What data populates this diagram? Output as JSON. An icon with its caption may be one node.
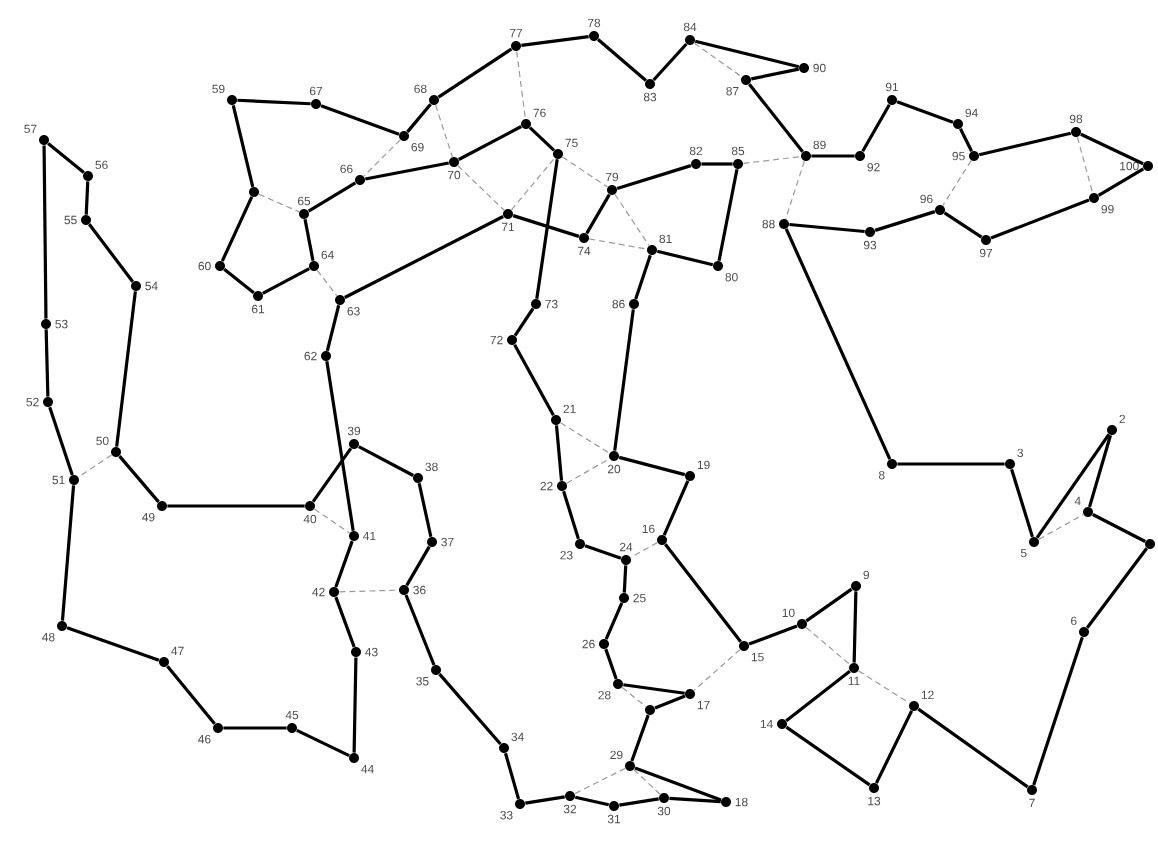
{
  "diagram": {
    "nodes": [
      {
        "text": [
          "57"
        ]
      },
      {
        "text": [
          "56"
        ]
      },
      {
        "text": [
          "55"
        ]
      },
      {
        "text": [
          "54"
        ]
      },
      {
        "text": [
          "53"
        ]
      },
      {
        "text": [
          "52"
        ]
      },
      {
        "text": [
          "50"
        ]
      },
      {
        "text": [
          "51"
        ]
      },
      {
        "text": [
          "49"
        ]
      },
      {
        "text": [
          "48"
        ]
      },
      {
        "text": [
          "47"
        ]
      },
      {
        "text": [
          "46"
        ]
      },
      {
        "text": [
          "45"
        ]
      },
      {
        "text": [
          "44"
        ]
      },
      {
        "text": [
          "43"
        ]
      },
      {
        "text": [
          "42"
        ]
      },
      {
        "text": [
          "41"
        ]
      },
      {
        "text": [
          "40"
        ]
      },
      {
        "text": [
          "39"
        ]
      },
      {
        "text": [
          "38"
        ]
      },
      {
        "text": [
          "37"
        ]
      },
      {
        "text": [
          "36"
        ]
      },
      {
        "text": [
          "35"
        ]
      },
      {
        "text": [
          "34"
        ]
      },
      {
        "text": [
          "33"
        ]
      },
      {
        "text": [
          "32"
        ]
      },
      {
        "text": [
          "31"
        ]
      },
      {
        "text": [
          "30"
        ]
      },
      {
        "text": [
          "18"
        ]
      },
      {
        "text": [
          "29"
        ]
      },
      {
        "text": [],
        "shape": "circle"
      },
      {
        "text": [
          "17"
        ]
      },
      {
        "text": [
          "28"
        ]
      },
      {
        "text": [
          "26"
        ]
      },
      {
        "text": [
          "25"
        ]
      },
      {
        "text": [
          "24"
        ]
      },
      {
        "text": [
          "23"
        ]
      },
      {
        "text": [
          "22"
        ]
      },
      {
        "text": [
          "21"
        ]
      },
      {
        "text": [
          "20"
        ]
      },
      {
        "text": [
          "19"
        ]
      },
      {
        "text": [
          "16"
        ]
      },
      {
        "text": [
          "15"
        ]
      },
      {
        "text": [
          "10"
        ]
      },
      {
        "text": [
          "9"
        ]
      },
      {
        "text": [
          "11"
        ]
      },
      {
        "text": [
          "12"
        ]
      },
      {
        "text": [
          "13"
        ]
      },
      {
        "text": [
          "14"
        ]
      },
      {
        "text": [
          "7"
        ]
      },
      {
        "text": [
          "6"
        ]
      },
      {
        "text": [],
        "shape": "circle"
      },
      {
        "text": [
          "4"
        ]
      },
      {
        "text": [
          "2"
        ]
      },
      {
        "text": [
          "3"
        ]
      },
      {
        "text": [
          "5"
        ]
      },
      {
        "text": [
          "8"
        ]
      },
      {
        "text": [
          "88"
        ]
      },
      {
        "text": [
          "89"
        ]
      },
      {
        "text": [
          "90"
        ]
      },
      {
        "text": [
          "87"
        ]
      },
      {
        "text": [
          "84"
        ]
      },
      {
        "text": [
          "83"
        ]
      },
      {
        "text": [
          "78"
        ]
      },
      {
        "text": [
          "77"
        ]
      },
      {
        "text": [
          "68"
        ]
      },
      {
        "text": [
          "69"
        ]
      },
      {
        "text": [
          "67"
        ]
      },
      {
        "text": [
          "59"
        ]
      },
      {
        "text": [],
        "shape": "circle"
      },
      {
        "text": [
          "60"
        ]
      },
      {
        "text": [
          "61"
        ]
      },
      {
        "text": [
          "64"
        ]
      },
      {
        "text": [
          "65"
        ]
      },
      {
        "text": [
          "66"
        ]
      },
      {
        "text": [
          "70"
        ]
      },
      {
        "text": [
          "76"
        ]
      },
      {
        "text": [
          "75"
        ]
      },
      {
        "text": [
          "71"
        ]
      },
      {
        "text": [
          "74"
        ]
      },
      {
        "text": [
          "79"
        ]
      },
      {
        "text": [
          "81"
        ]
      },
      {
        "text": [
          "82"
        ]
      },
      {
        "text": [
          "85"
        ]
      },
      {
        "text": [
          "80"
        ]
      },
      {
        "text": [
          "86"
        ]
      },
      {
        "text": [
          "73"
        ]
      },
      {
        "text": [
          "72"
        ]
      },
      {
        "text": [
          "63"
        ]
      },
      {
        "text": [
          "62"
        ]
      },
      {
        "text": [
          "91"
        ]
      },
      {
        "text": [
          "92"
        ]
      },
      {
        "text": [
          "93"
        ]
      },
      {
        "text": [
          "94"
        ]
      },
      {
        "text": [
          "95"
        ]
      },
      {
        "text": [
          "96"
        ]
      },
      {
        "text": [
          "97"
        ]
      },
      {
        "text": [
          "98"
        ]
      },
      {
        "text": [
          "99"
        ]
      },
      {
        "text": [
          "100"
        ]
      }
    ],
    "edges": [
      {
        "from": 0,
        "to": 1,
        "arrow": "none"
      },
      {
        "from": 1,
        "to": 2,
        "arrow": "none"
      },
      {
        "from": 2,
        "to": 3,
        "arrow": "none"
      },
      {
        "from": 3,
        "to": 6,
        "arrow": "none"
      },
      {
        "from": 6,
        "to": 8,
        "arrow": "none"
      },
      {
        "from": 8,
        "to": 17,
        "arrow": "none"
      },
      {
        "from": 17,
        "to": 18,
        "arrow": "none"
      },
      {
        "from": 18,
        "to": 19,
        "arrow": "none"
      },
      {
        "from": 19,
        "to": 20,
        "arrow": "none"
      },
      {
        "from": 20,
        "to": 21,
        "arrow": "none"
      },
      {
        "from": 21,
        "to": 22,
        "arrow": "none"
      },
      {
        "from": 22,
        "to": 23,
        "arrow": "none"
      },
      {
        "from": 23,
        "to": 24,
        "arrow": "none"
      },
      {
        "from": 24,
        "to": 25,
        "arrow": "none"
      },
      {
        "from": 25,
        "to": 26,
        "arrow": "none"
      },
      {
        "from": 26,
        "to": 27,
        "arrow": "none"
      },
      {
        "from": 27,
        "to": 28,
        "arrow": "none"
      },
      {
        "from": 28,
        "to": 29,
        "arrow": "none"
      },
      {
        "from": 29,
        "to": 30,
        "arrow": "none"
      },
      {
        "from": 30,
        "to": 31,
        "arrow": "none"
      },
      {
        "from": 31,
        "to": 32,
        "arrow": "none"
      },
      {
        "from": 32,
        "to": 33,
        "arrow": "none"
      },
      {
        "from": 33,
        "to": 34,
        "arrow": "none"
      },
      {
        "from": 34,
        "to": 35,
        "arrow": "none"
      },
      {
        "from": 35,
        "to": 36,
        "arrow": "none"
      },
      {
        "from": 36,
        "to": 37,
        "arrow": "none"
      },
      {
        "from": 37,
        "to": 38,
        "arrow": "none"
      },
      {
        "from": 38,
        "to": 87,
        "arrow": "none"
      },
      {
        "from": 87,
        "to": 86,
        "arrow": "none"
      },
      {
        "from": 86,
        "to": 77,
        "arrow": "none"
      },
      {
        "from": 77,
        "to": 76,
        "arrow": "none"
      },
      {
        "from": 76,
        "to": 75,
        "arrow": "none"
      },
      {
        "from": 75,
        "to": 74,
        "arrow": "none"
      },
      {
        "from": 74,
        "to": 73,
        "arrow": "none"
      },
      {
        "from": 73,
        "to": 72,
        "arrow": "none"
      },
      {
        "from": 72,
        "to": 71,
        "arrow": "none"
      },
      {
        "from": 71,
        "to": 70,
        "arrow": "none"
      },
      {
        "from": 70,
        "to": 69,
        "arrow": "none"
      },
      {
        "from": 69,
        "to": 68,
        "arrow": "none"
      },
      {
        "from": 68,
        "to": 67,
        "arrow": "none"
      },
      {
        "from": 67,
        "to": 66,
        "arrow": "none"
      },
      {
        "from": 66,
        "to": 65,
        "arrow": "none"
      },
      {
        "from": 65,
        "to": 64,
        "arrow": "none"
      },
      {
        "from": 64,
        "to": 63,
        "arrow": "none"
      },
      {
        "from": 63,
        "to": 62,
        "arrow": "none"
      },
      {
        "from": 62,
        "to": 61,
        "arrow": "none"
      },
      {
        "from": 61,
        "to": 59,
        "arrow": "none"
      },
      {
        "from": 59,
        "to": 60,
        "arrow": "none"
      },
      {
        "from": 60,
        "to": 58,
        "arrow": "none"
      },
      {
        "from": 58,
        "to": 91,
        "arrow": "none"
      },
      {
        "from": 91,
        "to": 90,
        "arrow": "none"
      },
      {
        "from": 90,
        "to": 93,
        "arrow": "none"
      },
      {
        "from": 93,
        "to": 94,
        "arrow": "none"
      },
      {
        "from": 94,
        "to": 97,
        "arrow": "none"
      },
      {
        "from": 97,
        "to": 99,
        "arrow": "none"
      },
      {
        "from": 99,
        "to": 98,
        "arrow": "none"
      },
      {
        "from": 98,
        "to": 96,
        "arrow": "none"
      },
      {
        "from": 96,
        "to": 95,
        "arrow": "none"
      },
      {
        "from": 95,
        "to": 92,
        "arrow": "none"
      },
      {
        "from": 92,
        "to": 57,
        "arrow": "none"
      },
      {
        "from": 57,
        "to": 56,
        "arrow": "none"
      },
      {
        "from": 56,
        "to": 54,
        "arrow": "none"
      },
      {
        "from": 54,
        "to": 55,
        "arrow": "none"
      },
      {
        "from": 55,
        "to": 53,
        "arrow": "none"
      },
      {
        "from": 53,
        "to": 52,
        "arrow": "none"
      },
      {
        "from": 52,
        "to": 51,
        "arrow": "none"
      },
      {
        "from": 51,
        "to": 50,
        "arrow": "none"
      },
      {
        "from": 50,
        "to": 49,
        "arrow": "none"
      },
      {
        "from": 49,
        "to": 46,
        "arrow": "none"
      },
      {
        "from": 46,
        "to": 47,
        "arrow": "none"
      },
      {
        "from": 47,
        "to": 48,
        "arrow": "none"
      },
      {
        "from": 48,
        "to": 45,
        "arrow": "none"
      },
      {
        "from": 45,
        "to": 44,
        "arrow": "none"
      },
      {
        "from": 44,
        "to": 43,
        "arrow": "none"
      },
      {
        "from": 43,
        "to": 42,
        "arrow": "none"
      },
      {
        "from": 42,
        "to": 41,
        "arrow": "none"
      },
      {
        "from": 41,
        "to": 40,
        "arrow": "none"
      },
      {
        "from": 40,
        "to": 39,
        "arrow": "none"
      },
      {
        "from": 39,
        "to": 85,
        "arrow": "none"
      },
      {
        "from": 85,
        "to": 81,
        "arrow": "none"
      },
      {
        "from": 81,
        "to": 84,
        "arrow": "none"
      },
      {
        "from": 84,
        "to": 83,
        "arrow": "none"
      },
      {
        "from": 83,
        "to": 82,
        "arrow": "none"
      },
      {
        "from": 82,
        "to": 80,
        "arrow": "none"
      },
      {
        "from": 80,
        "to": 79,
        "arrow": "none"
      },
      {
        "from": 79,
        "to": 78,
        "arrow": "none"
      },
      {
        "from": 78,
        "to": 88,
        "arrow": "none"
      },
      {
        "from": 88,
        "to": 89,
        "arrow": "none"
      },
      {
        "from": 89,
        "to": 16,
        "arrow": "none"
      },
      {
        "from": 16,
        "to": 15,
        "arrow": "none"
      },
      {
        "from": 15,
        "to": 14,
        "arrow": "none"
      },
      {
        "from": 14,
        "to": 13,
        "arrow": "none"
      },
      {
        "from": 13,
        "to": 12,
        "arrow": "none"
      },
      {
        "from": 12,
        "to": 11,
        "arrow": "none"
      },
      {
        "from": 11,
        "to": 10,
        "arrow": "none"
      },
      {
        "from": 10,
        "to": 9,
        "arrow": "none"
      },
      {
        "from": 9,
        "to": 7,
        "arrow": "none"
      },
      {
        "from": 7,
        "to": 5,
        "arrow": "none"
      },
      {
        "from": 5,
        "to": 4,
        "arrow": "none"
      },
      {
        "from": 4,
        "to": 0,
        "arrow": "none"
      },
      {
        "from": 65,
        "to": 75,
        "arrow": "none",
        "style": "dashed",
        "color": "#9a9a9a"
      },
      {
        "from": 64,
        "to": 76,
        "arrow": "none",
        "style": "dashed",
        "color": "#9a9a9a"
      },
      {
        "from": 66,
        "to": 74,
        "arrow": "none",
        "style": "dashed",
        "color": "#9a9a9a"
      },
      {
        "from": 69,
        "to": 73,
        "arrow": "none",
        "style": "dashed",
        "color": "#9a9a9a"
      },
      {
        "from": 72,
        "to": 88,
        "arrow": "none",
        "style": "dashed",
        "color": "#9a9a9a"
      },
      {
        "from": 75,
        "to": 78,
        "arrow": "none",
        "style": "dashed",
        "color": "#9a9a9a"
      },
      {
        "from": 78,
        "to": 77,
        "arrow": "none",
        "style": "dashed",
        "color": "#9a9a9a"
      },
      {
        "from": 77,
        "to": 80,
        "arrow": "none",
        "style": "dashed",
        "color": "#9a9a9a"
      },
      {
        "from": 80,
        "to": 81,
        "arrow": "none",
        "style": "dashed",
        "color": "#9a9a9a"
      },
      {
        "from": 79,
        "to": 81,
        "arrow": "none",
        "style": "dashed",
        "color": "#9a9a9a"
      },
      {
        "from": 61,
        "to": 60,
        "arrow": "none",
        "style": "dashed",
        "color": "#9a9a9a"
      },
      {
        "from": 83,
        "to": 58,
        "arrow": "none",
        "style": "dashed",
        "color": "#9a9a9a"
      },
      {
        "from": 58,
        "to": 57,
        "arrow": "none",
        "style": "dashed",
        "color": "#9a9a9a"
      },
      {
        "from": 94,
        "to": 95,
        "arrow": "none",
        "style": "dashed",
        "color": "#9a9a9a"
      },
      {
        "from": 97,
        "to": 98,
        "arrow": "none",
        "style": "dashed",
        "color": "#9a9a9a"
      },
      {
        "from": 55,
        "to": 52,
        "arrow": "none",
        "style": "dashed",
        "color": "#9a9a9a"
      },
      {
        "from": 43,
        "to": 45,
        "arrow": "none",
        "style": "dashed",
        "color": "#9a9a9a"
      },
      {
        "from": 45,
        "to": 46,
        "arrow": "none",
        "style": "dashed",
        "color": "#9a9a9a"
      },
      {
        "from": 42,
        "to": 31,
        "arrow": "none",
        "style": "dashed",
        "color": "#9a9a9a"
      },
      {
        "from": 41,
        "to": 35,
        "arrow": "none",
        "style": "dashed",
        "color": "#9a9a9a"
      },
      {
        "from": 38,
        "to": 39,
        "arrow": "none",
        "style": "dashed",
        "color": "#9a9a9a"
      },
      {
        "from": 37,
        "to": 39,
        "arrow": "none",
        "style": "dashed",
        "color": "#9a9a9a"
      },
      {
        "from": 32,
        "to": 30,
        "arrow": "none",
        "style": "dashed",
        "color": "#9a9a9a"
      },
      {
        "from": 29,
        "to": 27,
        "arrow": "none",
        "style": "dashed",
        "color": "#9a9a9a"
      },
      {
        "from": 29,
        "to": 25,
        "arrow": "none",
        "style": "dashed",
        "color": "#9a9a9a"
      },
      {
        "from": 17,
        "to": 16,
        "arrow": "none",
        "style": "dashed",
        "color": "#9a9a9a"
      },
      {
        "from": 15,
        "to": 21,
        "arrow": "none",
        "style": "dashed",
        "color": "#9a9a9a"
      },
      {
        "from": 6,
        "to": 7,
        "arrow": "none",
        "style": "dashed",
        "color": "#9a9a9a"
      }
    ]
  }
}
